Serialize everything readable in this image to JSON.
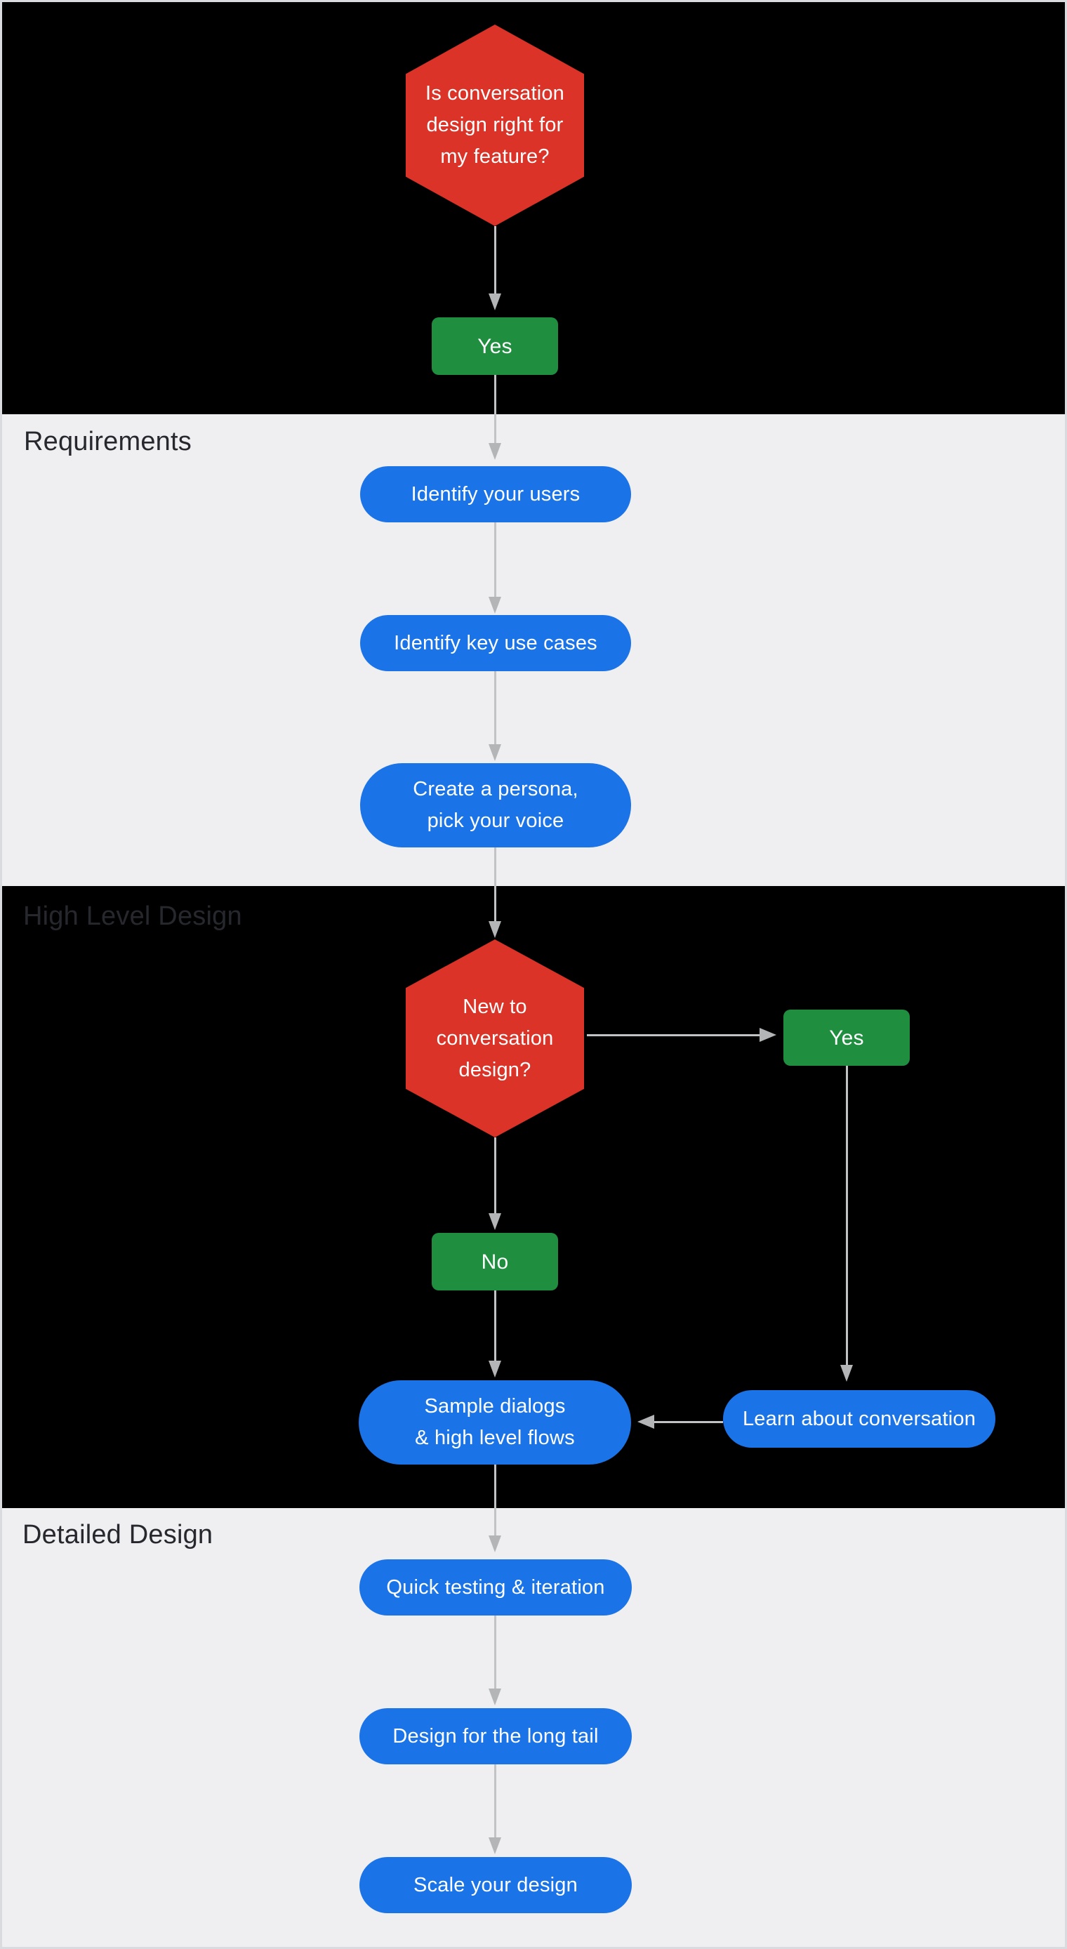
{
  "diagram": {
    "colors": {
      "red": "#db3327",
      "green": "#1f8e3f",
      "blue": "#1b73e8",
      "background_dark": "#000000",
      "background_light": "#efeff1",
      "arrow_line": "#c2c3c5",
      "arrow_head": "#b3b5b7",
      "section_label": "#26282d",
      "frame_border": "#d9dbde",
      "node_text": "#ffffff"
    },
    "sections": {
      "requirements_label": "Requirements",
      "high_level_label": "High Level Design",
      "detailed_label": "Detailed Design"
    },
    "nodes": {
      "decision_fit": {
        "label": "Is conversation\ndesign right for\nmy feature?"
      },
      "yes_fit": {
        "label": "Yes"
      },
      "identify_users": {
        "label": "Identify your users"
      },
      "identify_use_cases": {
        "label": "Identify key use cases"
      },
      "create_persona": {
        "label": "Create a persona,\npick your voice"
      },
      "decision_new": {
        "label": "New to\nconversation\ndesign?"
      },
      "yes_new": {
        "label": "Yes"
      },
      "no_new": {
        "label": "No"
      },
      "learn_conversation": {
        "label": "Learn about conversation"
      },
      "sample_dialogs": {
        "label": "Sample dialogs\n& high level flows"
      },
      "quick_testing": {
        "label": "Quick testing & iteration"
      },
      "long_tail": {
        "label": "Design for the long tail"
      },
      "scale_design": {
        "label": "Scale your design"
      }
    },
    "edges": [
      {
        "from": "decision_fit",
        "to": "yes_fit"
      },
      {
        "from": "yes_fit",
        "to": "identify_users"
      },
      {
        "from": "identify_users",
        "to": "identify_use_cases"
      },
      {
        "from": "identify_use_cases",
        "to": "create_persona"
      },
      {
        "from": "create_persona",
        "to": "decision_new"
      },
      {
        "from": "decision_new",
        "to": "yes_new"
      },
      {
        "from": "decision_new",
        "to": "no_new"
      },
      {
        "from": "yes_new",
        "to": "learn_conversation"
      },
      {
        "from": "learn_conversation",
        "to": "sample_dialogs"
      },
      {
        "from": "no_new",
        "to": "sample_dialogs"
      },
      {
        "from": "sample_dialogs",
        "to": "quick_testing"
      },
      {
        "from": "quick_testing",
        "to": "long_tail"
      },
      {
        "from": "long_tail",
        "to": "scale_design"
      }
    ]
  }
}
